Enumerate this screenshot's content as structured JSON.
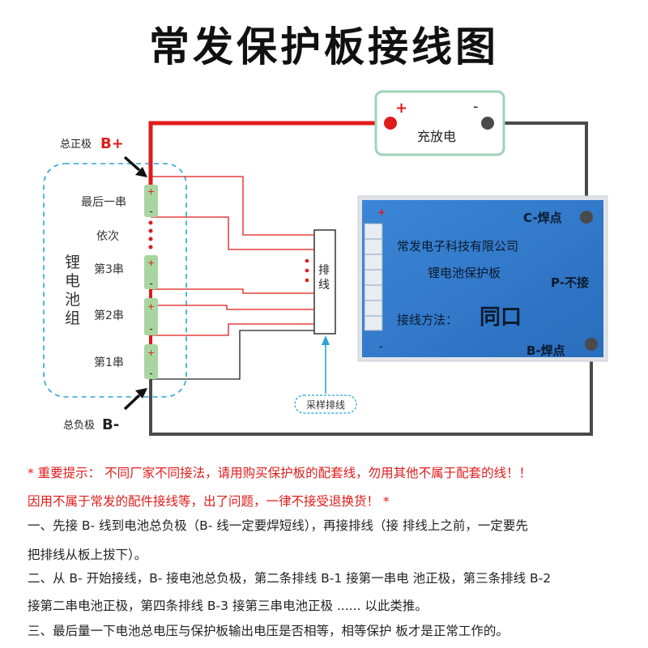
{
  "title": "常发保护板接线图",
  "charger": {
    "plus": "+",
    "minus": "-",
    "label": "充放电"
  },
  "battery": {
    "side_label": [
      "锂",
      "电",
      "池",
      "组"
    ],
    "total_positive_label": "总正极",
    "total_positive_sign": "B+",
    "total_negative_label": "总负极",
    "total_negative_sign": "B-",
    "cells": [
      {
        "label": "最后一串",
        "plus": "+",
        "minus": "-"
      },
      {
        "label": "依次"
      },
      {
        "label": "第3串",
        "plus": "+",
        "minus": "-"
      },
      {
        "label": "第2串",
        "plus": "+",
        "minus": "-"
      },
      {
        "label": "第1串",
        "plus": "+",
        "minus": "-"
      }
    ]
  },
  "harness": {
    "label": [
      "排",
      "线"
    ],
    "callout": "采样排线"
  },
  "board": {
    "company": "常发电子科技有限公司",
    "product": "锂电池保护板",
    "method_label": "接线方法：",
    "method_value": "同口",
    "c_pad": "C-焊点",
    "p_pad": "P-不接",
    "b_pad": "B-焊点",
    "plus": "+",
    "minus": "-"
  },
  "notes": {
    "line1": "* 重要提示：  不同厂家不同接法，请用购买保护板的配套线，勿用其他不属于配套的线！！",
    "line2": "因用不属于常发的配件接线等，出了问题，一律不接受退换货！ *",
    "line3": "一、先接 B- 线到电池总负极（B- 线一定要焊短线），再接排线（接 排线上之前，一定要先",
    "line4": "把排线从板上拔下）。",
    "line5": "二、从 B- 开始接线，B- 接电池总负极，第二条排线 B-1 接第一串电 池正极，第三条排线 B-2",
    "line6": "接第二串电池正极，第四条排线 B-3 接第三串电池正极 ...... 以此类推。",
    "line7": "三、最后量一下电池总电压与保护板输出电压是否相等，相等保护 板才是正常工作的。"
  },
  "colors": {
    "red": "#e01b1b",
    "wire_gray": "#4a4a4a",
    "cell_green": "#a8d5a0",
    "board_blue": "#2f78c8",
    "charger_border": "#9fd3b8",
    "dashed": "#2aa3d6"
  }
}
